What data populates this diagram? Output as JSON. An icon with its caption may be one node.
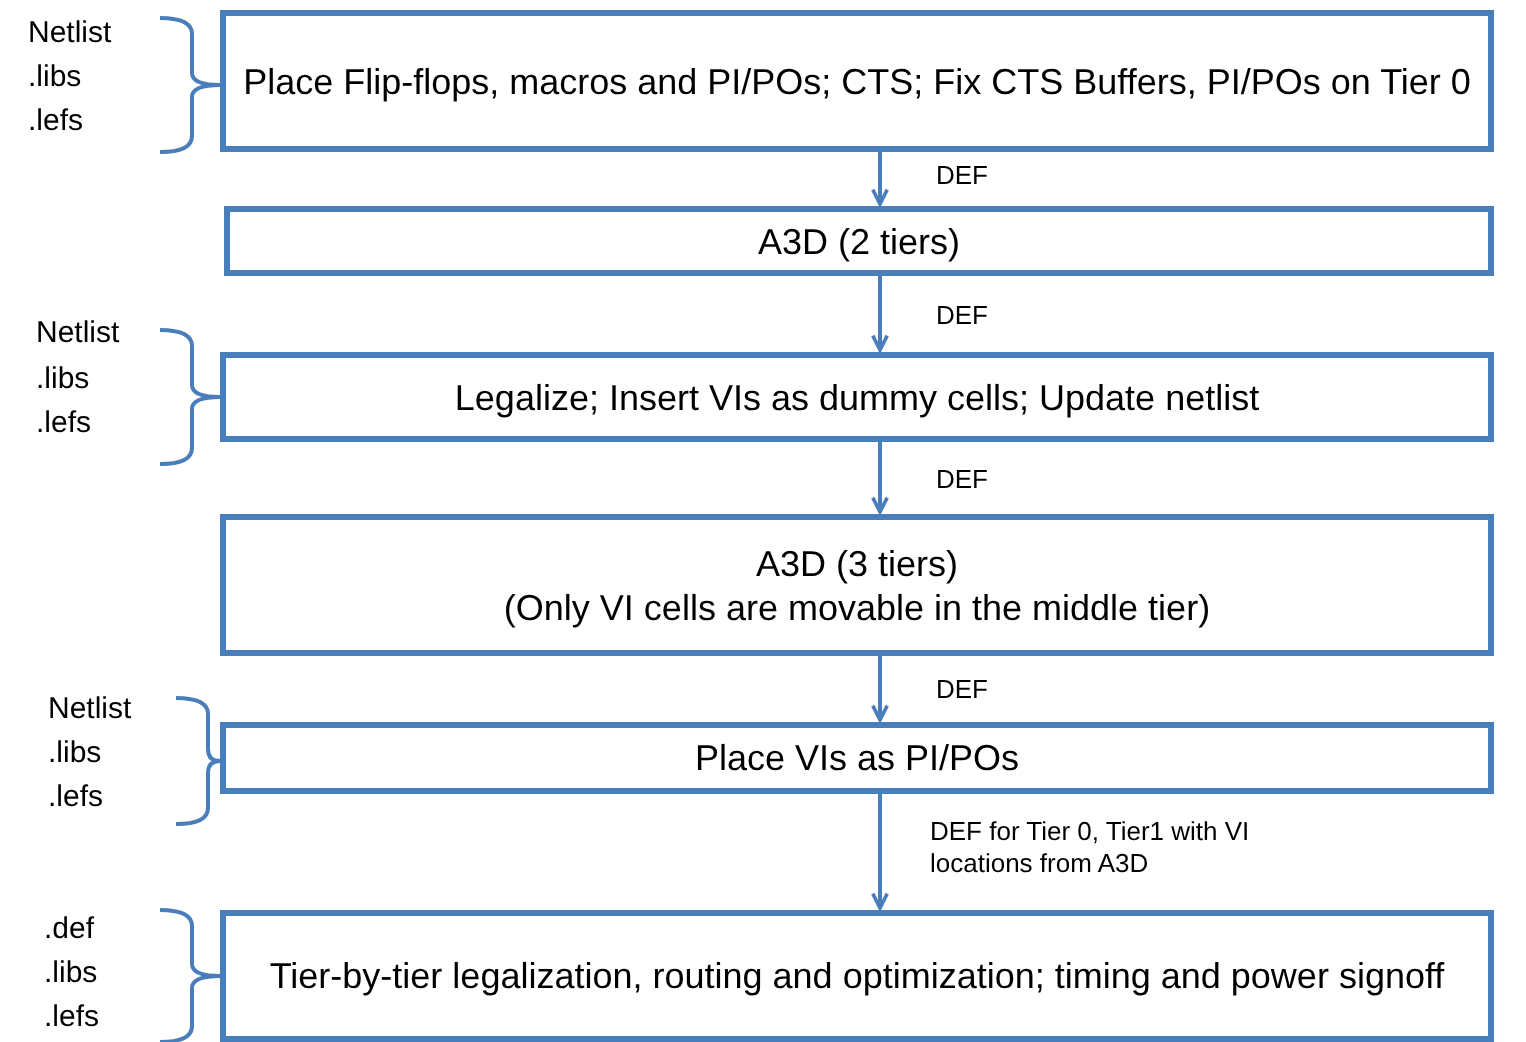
{
  "diagram": {
    "nodes": [
      {
        "text": [
          "Place Flip-flops, macros and PI/POs; CTS; Fix CTS Buffers, PI/POs on Tier 0"
        ]
      },
      {
        "text": [
          "A3D (2 tiers)"
        ]
      },
      {
        "text": [
          "Legalize; Insert VIs as dummy cells; Update netlist"
        ]
      },
      {
        "text": [
          "A3D (3 tiers)",
          "(Only VI cells are movable in the middle tier)"
        ]
      },
      {
        "text": [
          "Place VIs as PI/POs"
        ]
      },
      {
        "text": [
          "Tier-by-tier legalization, routing and optimization; timing and power signoff"
        ]
      }
    ],
    "edges": [
      {
        "from": 0,
        "to": 1,
        "arrow": "to",
        "label": "DEF"
      },
      {
        "from": 1,
        "to": 2,
        "arrow": "to",
        "label": "DEF"
      },
      {
        "from": 2,
        "to": 3,
        "arrow": "to",
        "label": "DEF"
      },
      {
        "from": 3,
        "to": 4,
        "arrow": "to",
        "label": "DEF"
      },
      {
        "from": 4,
        "to": 5,
        "arrow": "to",
        "label": "DEF for Tier 0, Tier1 with VI locations from A3D"
      }
    ],
    "labels": [
      "Netlist",
      ".libs",
      ".lefs",
      "Netlist",
      ".libs",
      ".lefs",
      "Netlist",
      ".libs",
      ".lefs",
      ".def",
      ".libs",
      ".lefs"
    ]
  }
}
